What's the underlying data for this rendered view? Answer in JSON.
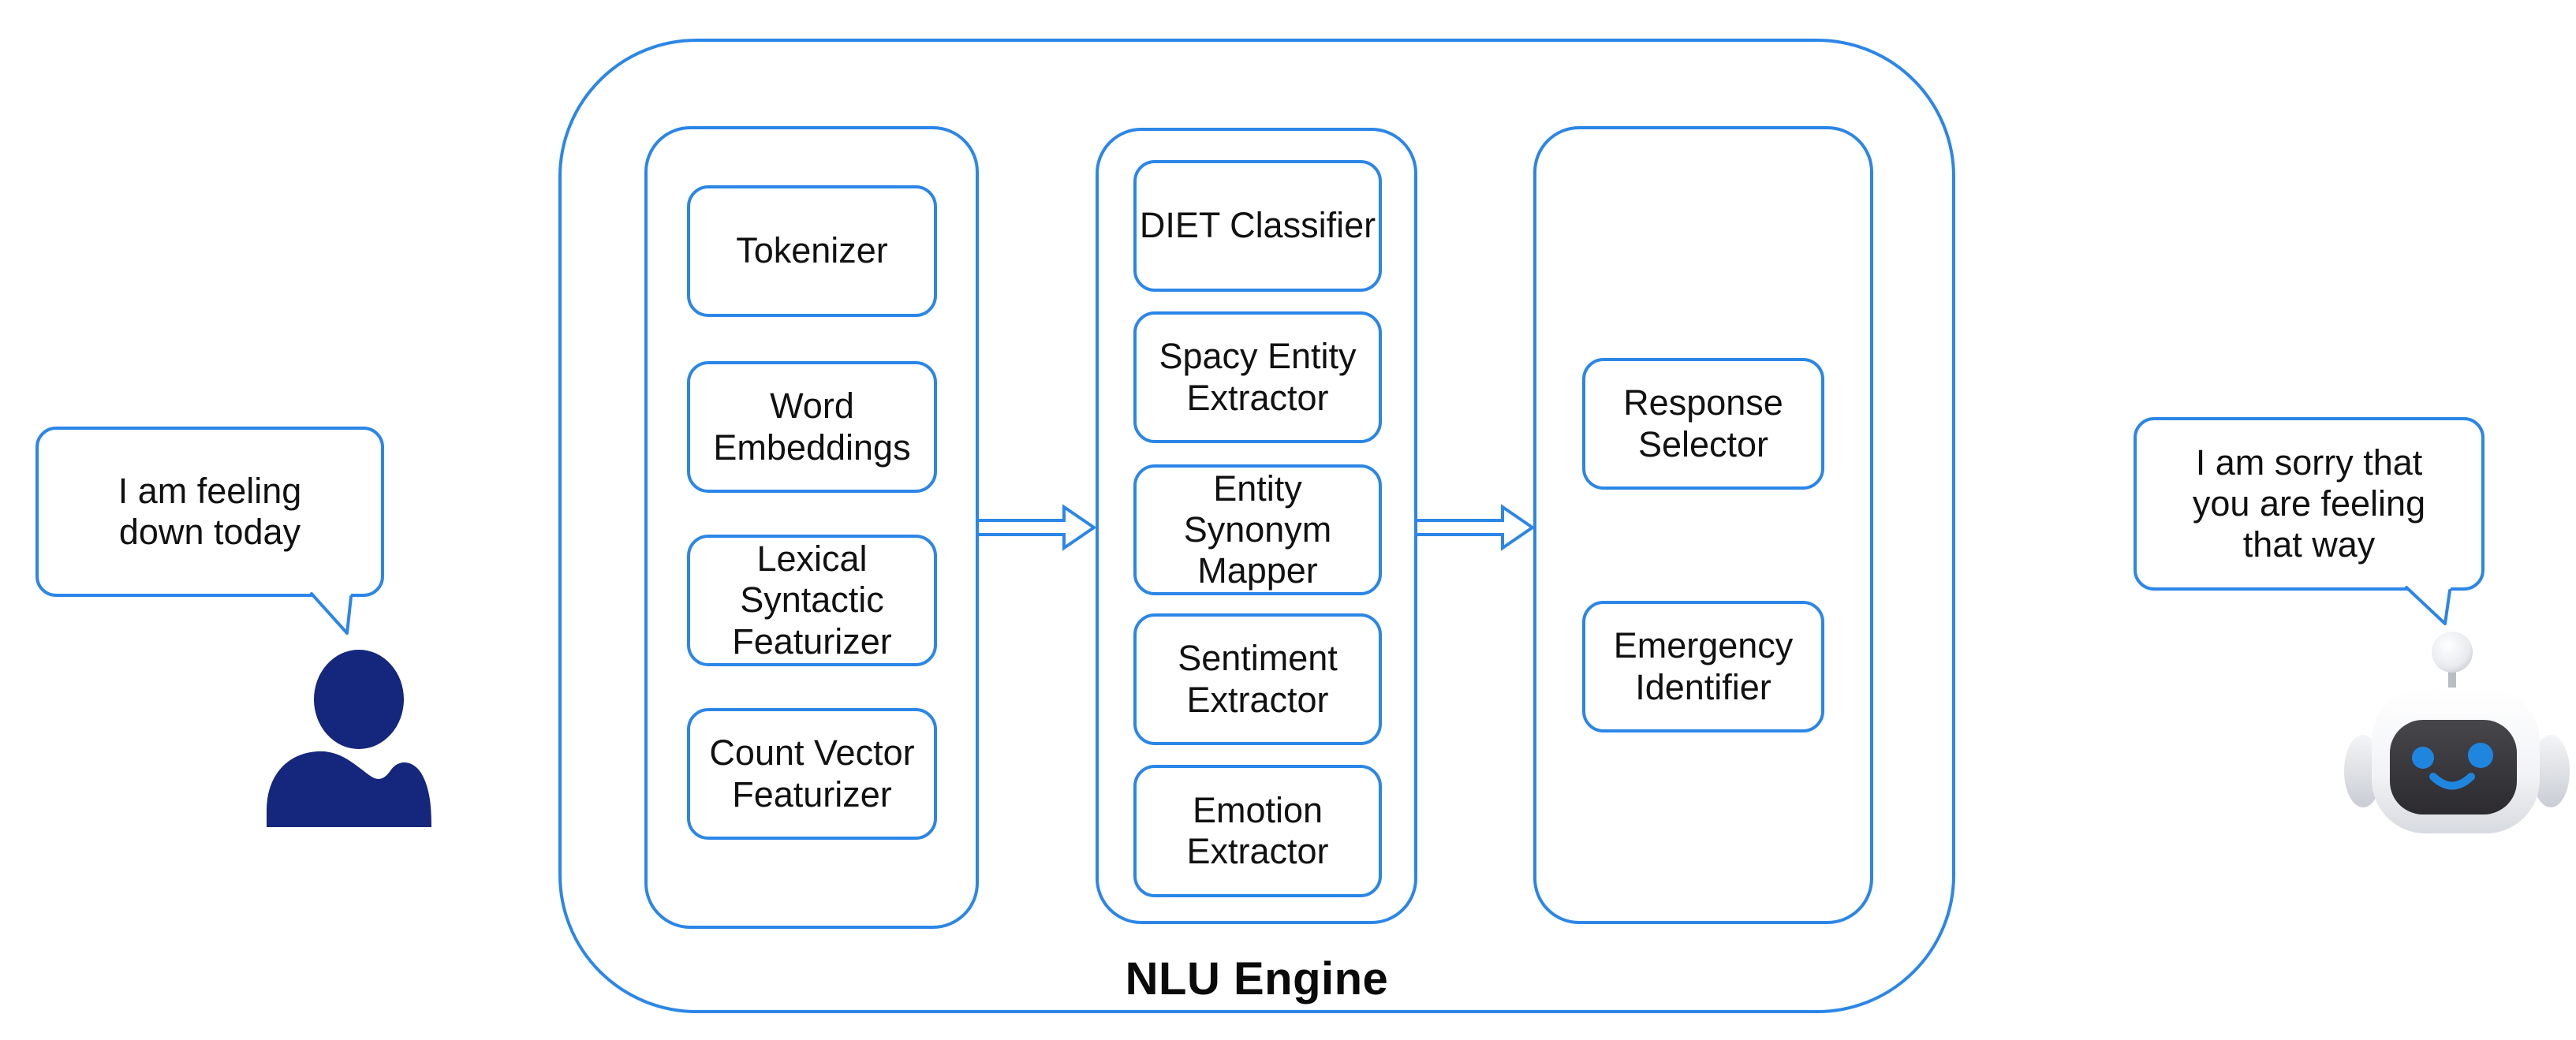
{
  "colors": {
    "accent": "#2b86e8",
    "text": "#111111",
    "person": "#15267d",
    "robot_blue": "#1f86e0",
    "robot_face": "#3a393c"
  },
  "user_bubble": {
    "text": "I am feeling\ndown today"
  },
  "bot_bubble": {
    "text": "I am sorry that\nyou are feeling\nthat way"
  },
  "nlu": {
    "title": "NLU Engine",
    "columns": [
      {
        "name": "featurization",
        "boxes": [
          {
            "label": "Tokenizer"
          },
          {
            "label": "Word\nEmbeddings"
          },
          {
            "label": "Lexical\nSyntactic\nFeaturizer"
          },
          {
            "label": "Count Vector\nFeaturizer"
          }
        ]
      },
      {
        "name": "classification-extraction",
        "boxes": [
          {
            "label": "DIET Classifier"
          },
          {
            "label": "Spacy Entity\nExtractor"
          },
          {
            "label": "Entity Synonym\nMapper"
          },
          {
            "label": "Sentiment\nExtractor"
          },
          {
            "label": "Emotion\nExtractor"
          }
        ]
      },
      {
        "name": "response-selection",
        "boxes": [
          {
            "label": "Response\nSelector"
          },
          {
            "label": "Emergency\nIdentifier"
          }
        ]
      }
    ]
  }
}
